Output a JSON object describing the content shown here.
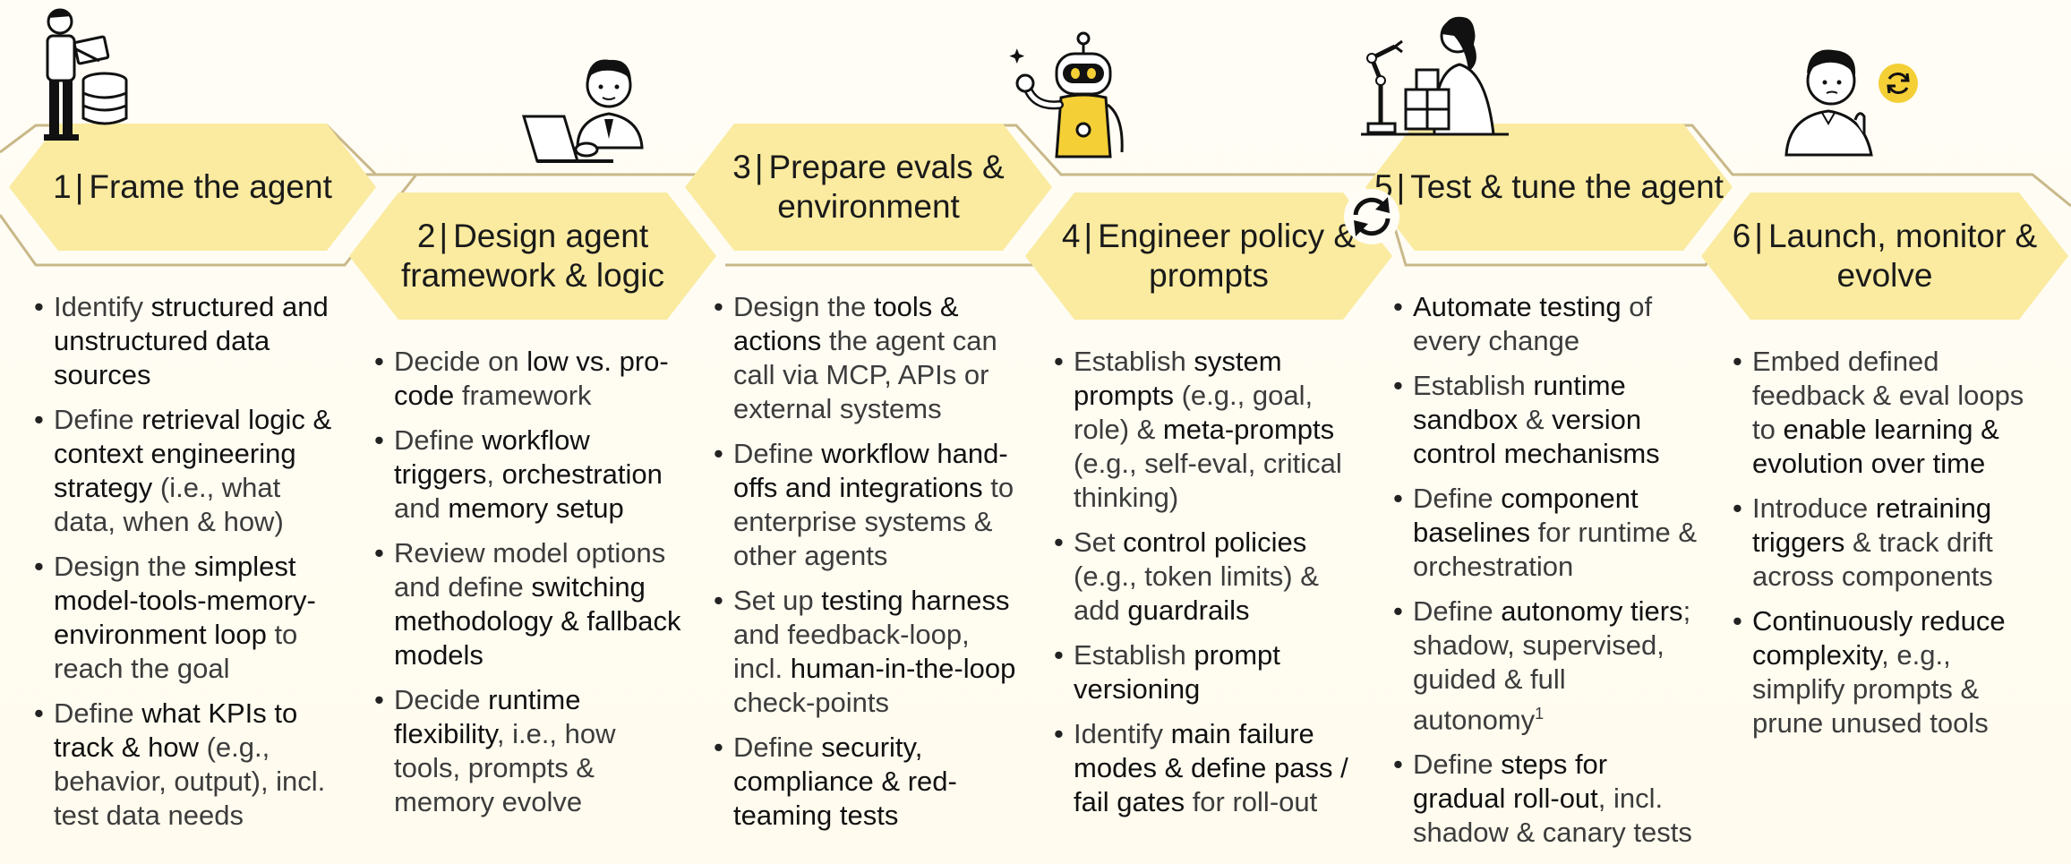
{
  "colors": {
    "hex_fill": "#faeba0",
    "connector": "#c9b889",
    "text_dark": "#111111",
    "text_body": "#3c3c3c",
    "accent_yellow": "#f4cf36"
  },
  "steps": [
    {
      "number": "1",
      "title": "Frame the agent",
      "illustration": "person-with-laptop-and-database-illustration",
      "bullets": [
        [
          {
            "t": "Identify "
          },
          {
            "t": "structured and unstructured data sources",
            "b": true
          }
        ],
        [
          {
            "t": "Define "
          },
          {
            "t": "retrieval logic & context engineering strategy",
            "b": true
          },
          {
            "t": " (i.e., what data, when & how)"
          }
        ],
        [
          {
            "t": "Design the "
          },
          {
            "t": "simplest model-tools-memory-environment loop",
            "b": true
          },
          {
            "t": " to reach the goal"
          }
        ],
        [
          {
            "t": "Define "
          },
          {
            "t": "what KPIs to track & how",
            "b": true
          },
          {
            "t": " (e.g., behavior, output), incl. test data needs"
          }
        ]
      ]
    },
    {
      "number": "2",
      "title": "Design agent framework & logic",
      "illustration": "person-typing-on-laptop-illustration",
      "bullets": [
        [
          {
            "t": "Decide on "
          },
          {
            "t": "low vs. pro-code",
            "b": true
          },
          {
            "t": " framework"
          }
        ],
        [
          {
            "t": "Define "
          },
          {
            "t": "workflow triggers",
            "b": true
          },
          {
            "t": ", "
          },
          {
            "t": "orchestration",
            "b": true
          },
          {
            "t": " and "
          },
          {
            "t": "memory setup",
            "b": true
          }
        ],
        [
          {
            "t": "Review model options and define "
          },
          {
            "t": "switching methodology & fallback models",
            "b": true
          }
        ],
        [
          {
            "t": "Decide "
          },
          {
            "t": "runtime flexibility",
            "b": true
          },
          {
            "t": ", i.e., how tools, prompts & memory evolve"
          }
        ]
      ]
    },
    {
      "number": "3",
      "title": "Prepare evals & environment",
      "illustration": "waving-robot-illustration",
      "bullets": [
        [
          {
            "t": "Design the "
          },
          {
            "t": "tools & actions",
            "b": true
          },
          {
            "t": " the agent can call via MCP, APIs or external systems"
          }
        ],
        [
          {
            "t": "Define "
          },
          {
            "t": "workflow hand-offs and integrations",
            "b": true
          },
          {
            "t": " to enterprise systems & other agents"
          }
        ],
        [
          {
            "t": "Set up "
          },
          {
            "t": "testing harness",
            "b": true
          },
          {
            "t": " and feedback-loop, incl. "
          },
          {
            "t": "human-in-the-loop",
            "b": true
          },
          {
            "t": " check-points"
          }
        ],
        [
          {
            "t": "Define "
          },
          {
            "t": "security, compliance & red-teaming tests",
            "b": true
          }
        ]
      ]
    },
    {
      "number": "4",
      "title": "Engineer policy & prompts",
      "illustration": "sync-arrows-icon",
      "bullets": [
        [
          {
            "t": "Establish "
          },
          {
            "t": "system prompts",
            "b": true
          },
          {
            "t": " (e.g., goal, role) & "
          },
          {
            "t": "meta-prompts",
            "b": true
          },
          {
            "t": " (e.g., self-eval, critical thinking)"
          }
        ],
        [
          {
            "t": "Set "
          },
          {
            "t": "control policies",
            "b": true
          },
          {
            "t": " (e.g., token limits) & add "
          },
          {
            "t": "guardrails",
            "b": true
          }
        ],
        [
          {
            "t": "Establish "
          },
          {
            "t": "prompt versioning",
            "b": true
          }
        ],
        [
          {
            "t": "Identify "
          },
          {
            "t": "main failure modes & define pass / fail gates",
            "b": true
          },
          {
            "t": " for roll-out"
          }
        ]
      ]
    },
    {
      "number": "5",
      "title": "Test & tune the agent",
      "illustration": "person-with-robot-arm-and-boxes-illustration",
      "bullets": [
        [
          {
            "t": "Automate testing",
            "b": true
          },
          {
            "t": " of every change"
          }
        ],
        [
          {
            "t": "Establish "
          },
          {
            "t": "runtime sandbox",
            "b": true
          },
          {
            "t": " & "
          },
          {
            "t": "version control mechanisms",
            "b": true
          }
        ],
        [
          {
            "t": "Define "
          },
          {
            "t": "component baselines",
            "b": true
          },
          {
            "t": " for runtime & orchestration"
          }
        ],
        [
          {
            "t": "Define "
          },
          {
            "t": "autonomy tiers",
            "b": true
          },
          {
            "t": "; shadow, supervised, guided & full autonomy"
          },
          {
            "t": "1",
            "sup": true
          }
        ],
        [
          {
            "t": "Define "
          },
          {
            "t": "steps for gradual roll-out",
            "b": true
          },
          {
            "t": ", incl. shadow & canary tests"
          }
        ]
      ]
    },
    {
      "number": "6",
      "title": "Launch, monitor & evolve",
      "illustration": "thinking-person-with-refresh-icon-illustration",
      "bullets": [
        [
          {
            "t": "Embed defined feedback & eval loops to "
          },
          {
            "t": "enable learning & evolution over time",
            "b": true
          }
        ],
        [
          {
            "t": "Introduce "
          },
          {
            "t": "retraining triggers",
            "b": true
          },
          {
            "t": " & track drift across components"
          }
        ],
        [
          {
            "t": "Continuously reduce complexity",
            "b": true
          },
          {
            "t": ", e.g., simplify prompts & prune unused tools"
          }
        ]
      ]
    }
  ]
}
